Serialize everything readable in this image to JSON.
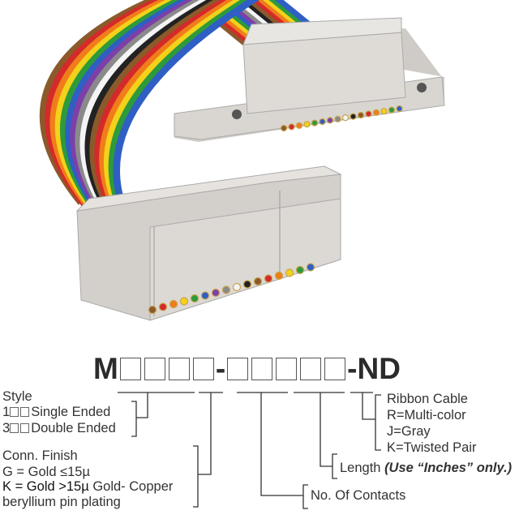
{
  "part_number": {
    "prefix": "M",
    "separator": "-",
    "suffix": "-ND",
    "group1_slots": 4,
    "group2_slots": 5
  },
  "style": {
    "title": "Style",
    "single_prefix": "1",
    "single_label": "Single Ended",
    "double_prefix": "3",
    "double_label": "Double Ended"
  },
  "finish": {
    "title": "Conn. Finish",
    "g_line": "G = Gold ≤15µ",
    "k_bold": "K = Gold >15µ",
    "k_rest": " Gold- Copper",
    "k_line2": "beryllium pin plating"
  },
  "contacts": {
    "label": "No. Of Contacts"
  },
  "length": {
    "label": "Length ",
    "note": "(Use “Inches” only.)"
  },
  "cable": {
    "title": "Ribbon Cable",
    "options": [
      "R=Multi-color",
      "J=Gray",
      "K=Twisted Pair"
    ]
  },
  "colors": {
    "connector": "#d9d6d1",
    "connector_shade": "#b8b4ae",
    "wires": [
      "#8b5a2b",
      "#d42a2a",
      "#f07d1a",
      "#f2d21b",
      "#2e9b3a",
      "#2f5fc4",
      "#7d3fa8",
      "#8a8a8a",
      "#f4f4f4",
      "#222222",
      "#8b5a2b",
      "#d42a2a",
      "#f07d1a",
      "#f2d21b",
      "#2e9b3a",
      "#2f5fc4"
    ]
  }
}
